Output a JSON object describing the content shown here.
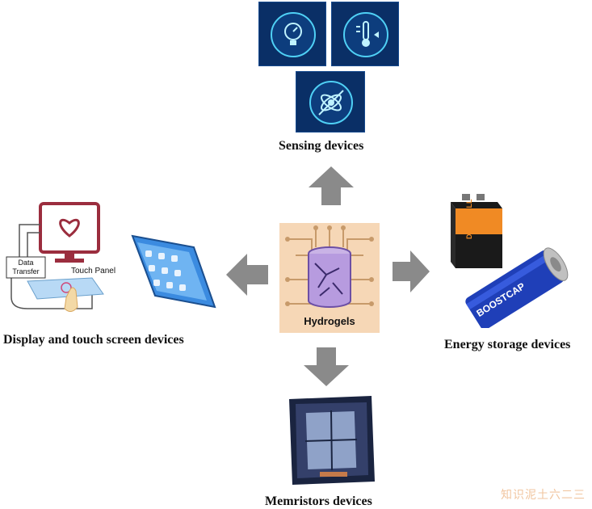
{
  "center": {
    "label": "Hydrogels"
  },
  "sensing": {
    "label": "Sensing devices",
    "icons": [
      "pressure-gauge-icon",
      "thermometer-icon",
      "molecule-icon"
    ]
  },
  "display": {
    "label": "Display and touch screen devices",
    "data_transfer": "Data\nTransfer",
    "touch_panel": "Touch Panel"
  },
  "energy": {
    "label": "Energy storage devices",
    "battery_brand": "DURACELL",
    "cap_brand": "BOOSTCAP"
  },
  "memristors": {
    "label": "Memristors devices"
  },
  "watermark": "知识泥土六二三",
  "colors": {
    "tile_bg": "#0a2f66",
    "icon_glow": "#4fd0f5",
    "arrow": "#8a8a8a",
    "hydrogel_bg": "#f6d7b6",
    "circuit": "#c79a6a"
  }
}
